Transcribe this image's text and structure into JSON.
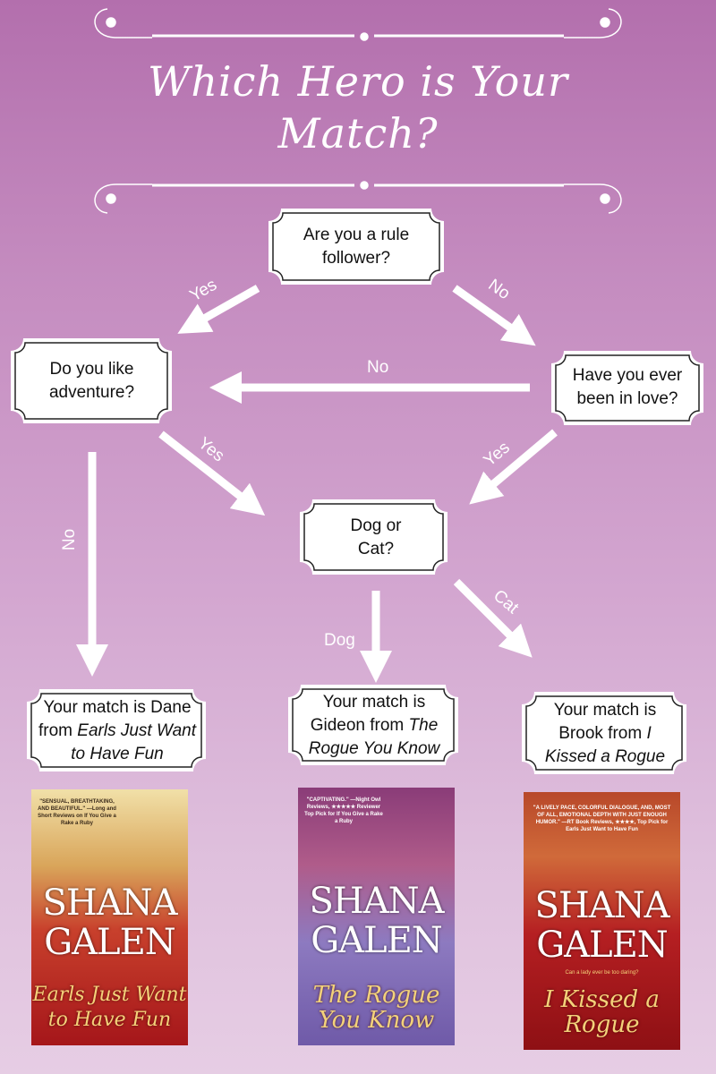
{
  "title": "Which Hero is Your Match?",
  "colors": {
    "bg_top": "#b36fad",
    "bg_bottom": "#e6cde4",
    "arrow": "#ffffff",
    "box": "#ffffff",
    "box_border": "#222222"
  },
  "nodes": {
    "rule": "Are you a rule follower?",
    "adventure": "Do you like adventure?",
    "love": "Have you ever been in love?",
    "dogcat": "Dog or Cat?",
    "match1_pre": "Your match is Dane from ",
    "match1_book": "Earls Just Want to Have Fun",
    "match2_pre": "Your match is Gideon from ",
    "match2_book": "The Rogue You Know",
    "match3_pre": "Your match is Brook from ",
    "match3_book": "I Kissed a Rogue"
  },
  "edges": {
    "rule_yes": "Yes",
    "rule_no": "No",
    "love_no": "No",
    "adventure_yes": "Yes",
    "love_yes": "Yes",
    "adventure_no": "No",
    "dog": "Dog",
    "cat": "Cat"
  },
  "books": [
    {
      "author1": "SHANA",
      "author2": "GALEN",
      "title": "Earls Just Want to Have Fun",
      "quote": "\"SENSUAL, BREATHTAKING, AND BEAUTIFUL.\" —Long and Short Reviews on If You Give a Rake a Ruby"
    },
    {
      "author1": "SHANA",
      "author2": "GALEN",
      "title": "The Rogue You Know",
      "quote": "\"CAPTIVATING.\" —Night Owl Reviews, ★★★★★ Reviewer Top Pick for If You Give a Rake a Ruby"
    },
    {
      "author1": "SHANA",
      "author2": "GALEN",
      "title": "I Kissed a Rogue",
      "quote": "\"A LIVELY PACE, COLORFUL DIALOGUE, AND, MOST OF ALL, EMOTIONAL DEPTH WITH JUST ENOUGH HUMOR.\" —RT Book Reviews, ★★★★, Top Pick for Earls Just Want to Have Fun",
      "tagline": "Can a lady ever be too daring?"
    }
  ]
}
